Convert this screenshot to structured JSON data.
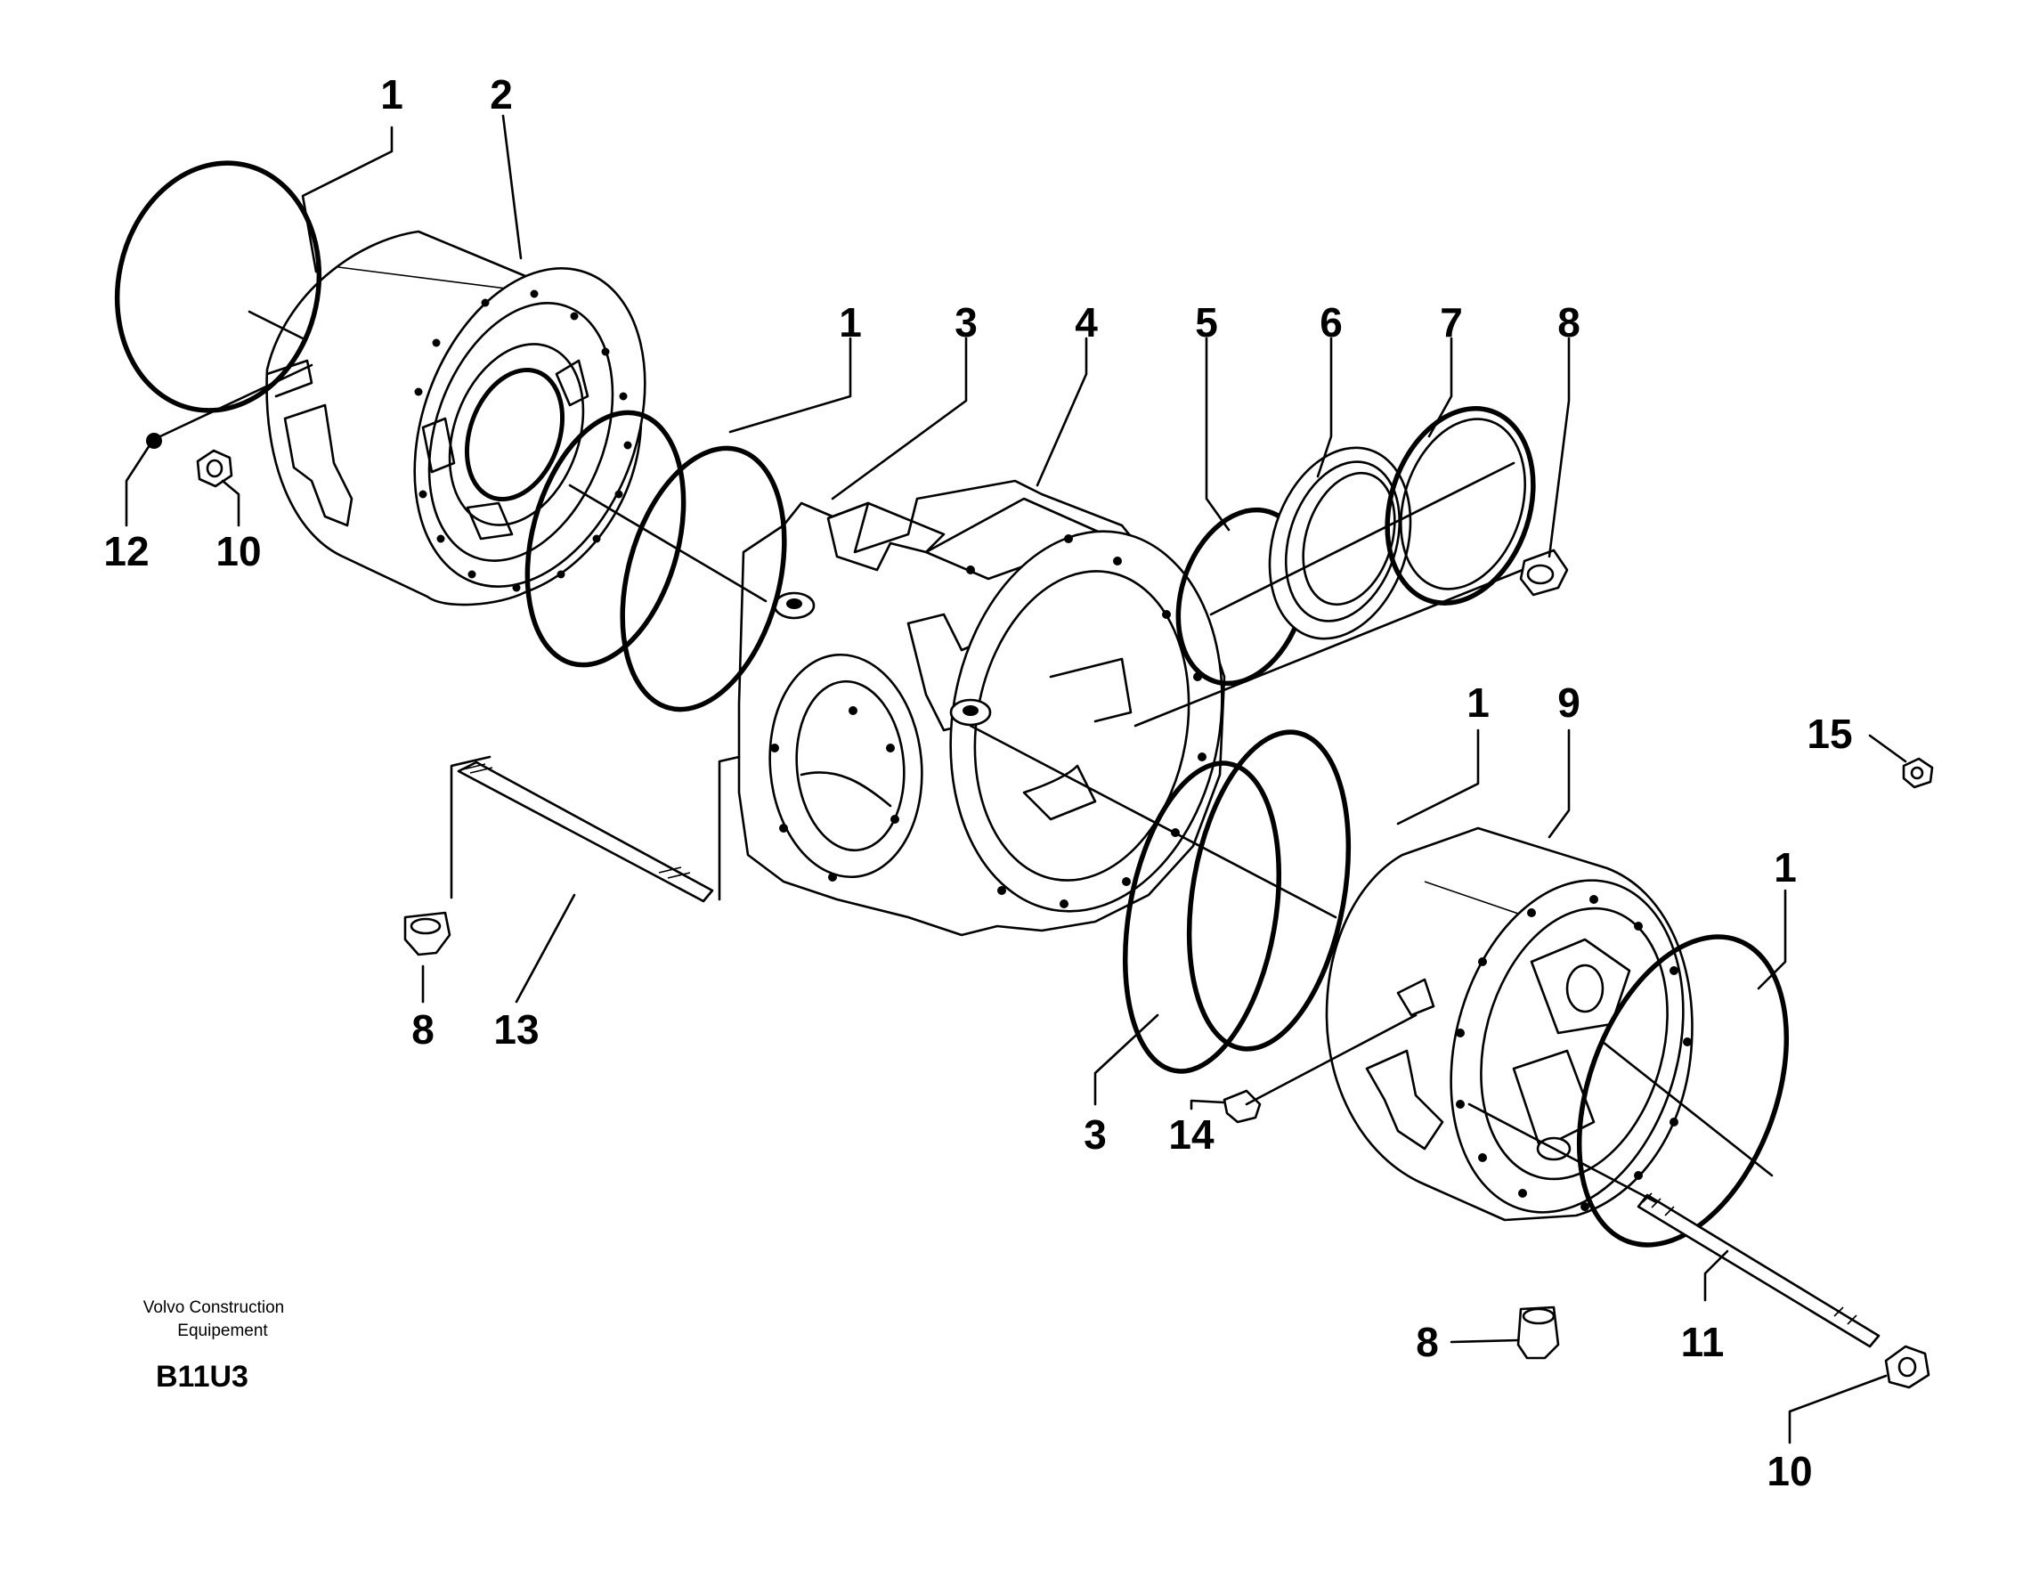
{
  "diagram": {
    "callouts": [
      "1",
      "2",
      "1",
      "3",
      "4",
      "5",
      "6",
      "7",
      "8",
      "12",
      "10",
      "1",
      "9",
      "15",
      "1",
      "8",
      "13",
      "3",
      "14",
      "8",
      "11",
      "10"
    ]
  },
  "footer": {
    "line1": "Volvo Construction",
    "line2": "Equipement",
    "code": "B11U3"
  }
}
